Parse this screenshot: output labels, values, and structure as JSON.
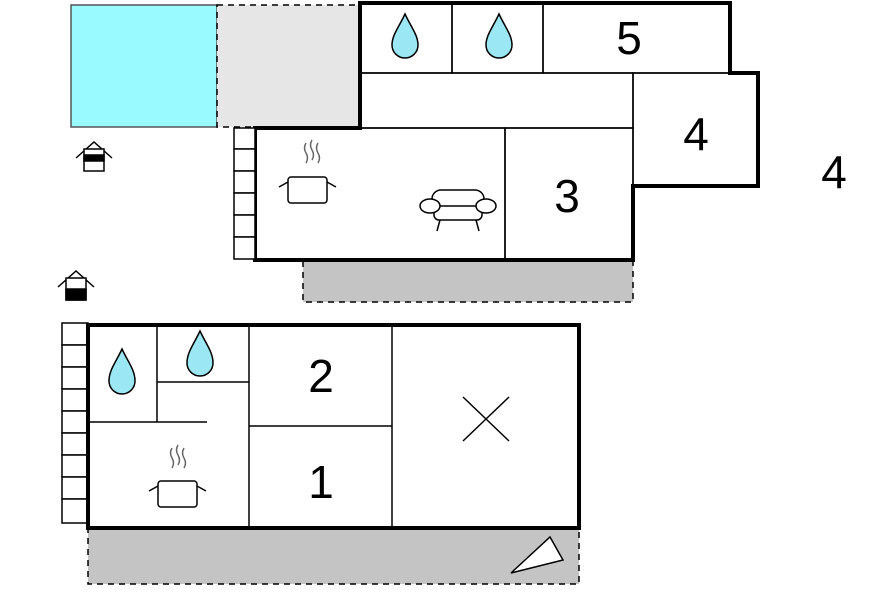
{
  "colors": {
    "pool": "#99fbff",
    "patio": "#e6e6e6",
    "terrace": "#c4c4c4",
    "water_drop": "#9be7f3",
    "wall": "#000000"
  },
  "rooms": {
    "upper_room_5": "5",
    "upper_room_4": "4",
    "upper_room_3": "3",
    "lower_room_2": "2",
    "lower_room_1": "1"
  },
  "floor_label": "4",
  "icons": [
    "house-entrance-icon",
    "water-drop-icon",
    "cooking-pot-icon",
    "sofa-icon",
    "open-space-x-icon",
    "stairs-icon",
    "lawn-icon"
  ]
}
